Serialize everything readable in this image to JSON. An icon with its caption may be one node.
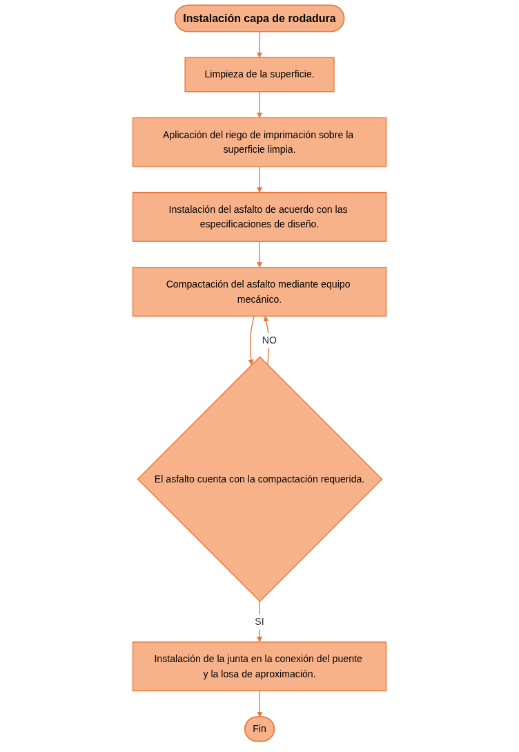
{
  "diagram": {
    "nodes": [
      {
        "text": [
          "Instalación capa de rodadura"
        ]
      },
      {
        "text": [
          "Limpieza de la superficie."
        ]
      },
      {
        "text": [
          "Aplicación del riego de imprimación sobre la superficie limpia."
        ]
      },
      {
        "text": [
          "Instalación del asfalto de acuerdo con las especificaciones de diseño."
        ]
      },
      {
        "text": [
          "Compactación del asfalto mediante equipo mecánico."
        ]
      },
      {
        "text": [
          "El asfalto cuenta con la compactación requerida."
        ]
      },
      {
        "text": [
          "Instalación de la junta en la conexión del puente y la losa de aproximación."
        ]
      },
      {
        "text": [
          "Fin"
        ]
      }
    ],
    "edges": [
      {
        "from": 0,
        "to": 1,
        "arrow": "to"
      },
      {
        "from": 1,
        "to": 2,
        "arrow": "to"
      },
      {
        "from": 2,
        "to": 3,
        "arrow": "to"
      },
      {
        "from": 3,
        "to": 4,
        "arrow": "to"
      },
      {
        "from": 4,
        "to": 5,
        "arrow": "to"
      },
      {
        "from": 5,
        "to": 4,
        "arrow": "to",
        "label": "NO"
      },
      {
        "from": 5,
        "to": 6,
        "arrow": "to",
        "label": "SI"
      },
      {
        "from": 6,
        "to": 7,
        "arrow": "to"
      }
    ]
  }
}
